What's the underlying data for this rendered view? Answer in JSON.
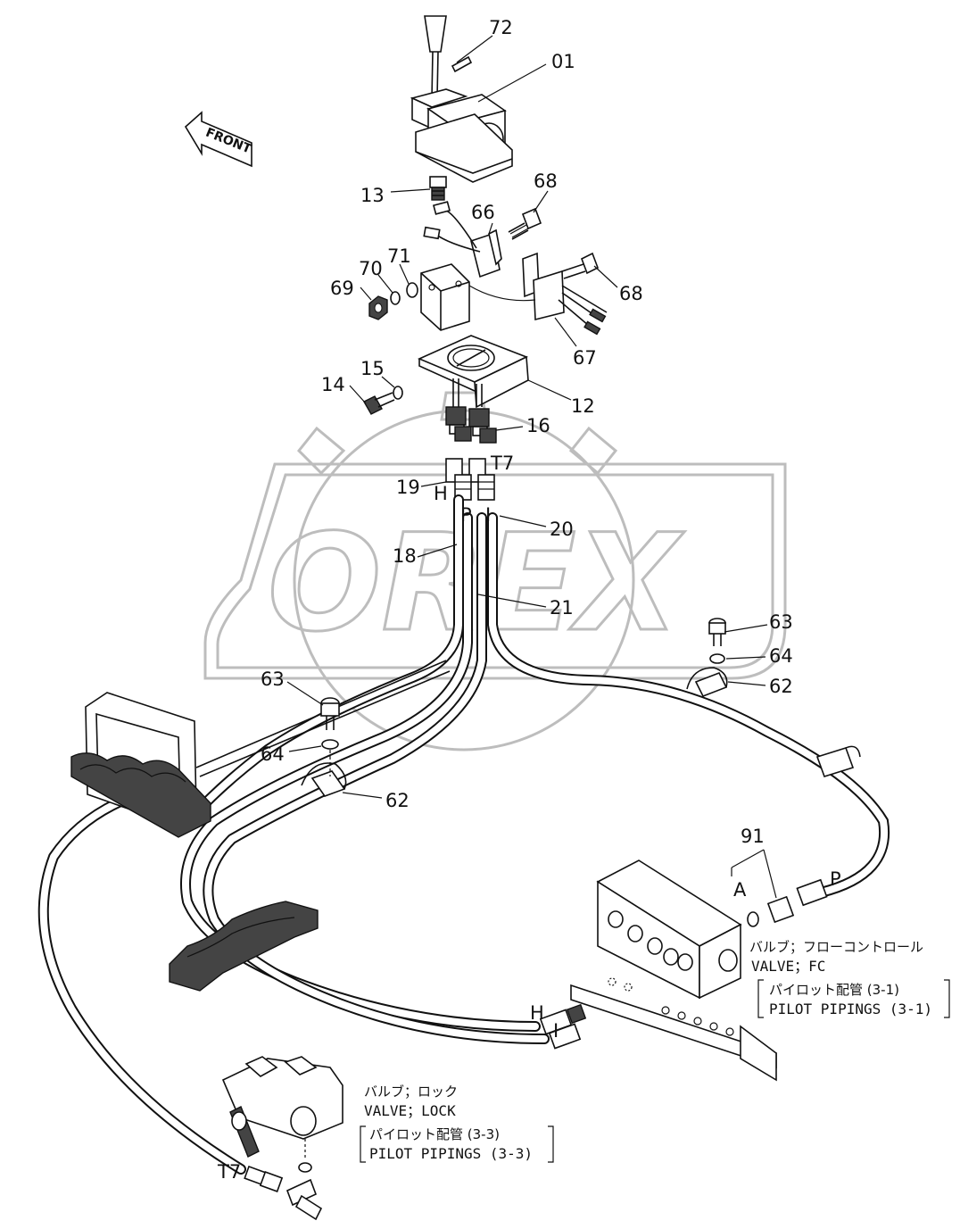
{
  "watermark": {
    "text": "OREX"
  },
  "front_arrow": {
    "text": "FRONT"
  },
  "callouts": {
    "c72": "72",
    "c01": "01",
    "c13": "13",
    "c68a": "68",
    "c66": "66",
    "c71": "71",
    "c70": "70",
    "c69": "69",
    "c68b": "68",
    "c67": "67",
    "c15": "15",
    "c14": "14",
    "c12": "12",
    "c16": "16",
    "c19": "19",
    "cT7a": "T7",
    "cH": "H",
    "cP": "P",
    "cI": "I",
    "c20": "20",
    "c18": "18",
    "c21": "21",
    "c63a": "63",
    "c64a": "64",
    "c62a": "62",
    "c63b": "63",
    "c64b": "64",
    "c62b": "62",
    "c91": "91",
    "cA": "A",
    "cPP": "P",
    "cH2": "H",
    "cI2": "I",
    "cT7b": "T7"
  },
  "notes": {
    "fc": {
      "jp": "バルブ；フローコントロール",
      "en": "VALVE；FC",
      "ref_jp": "パイロット配管 (3-1)",
      "ref_en": "PILOT PIPINGS (3-1)"
    },
    "lock": {
      "jp": "バルブ；ロック",
      "en": "VALVE；LOCK",
      "ref_jp": "パイロット配管 (3-3)",
      "ref_en": "PILOT PIPINGS (3-3)"
    }
  }
}
